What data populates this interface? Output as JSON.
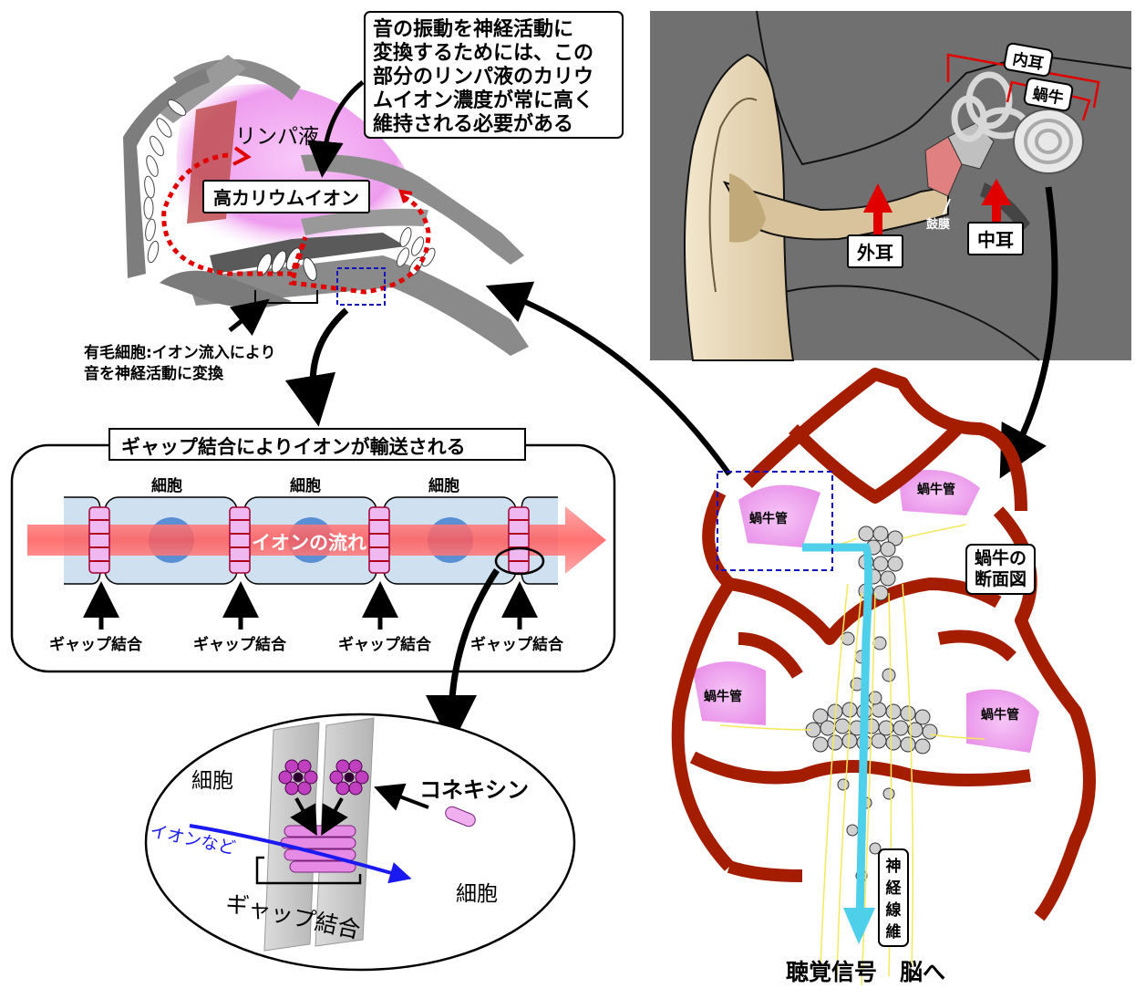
{
  "callout_text": "音の振動を神経活動に変換するためには、この部分のリンパ液のカリウムイオン濃度が常に高く維持される必要がある",
  "callout_lines": [
    "音の振動を神経活動に",
    "変換するためには、この",
    "部分のリンパ液のカリウ",
    "ムイオン濃度が常に高く",
    "維持される必要がある"
  ],
  "organ": {
    "lymph_label": "リンパ液",
    "high_k_label": "高カリウムイオン",
    "hair_cell_caption": [
      "有毛細胞:イオン流入により",
      "音を神経活動に変換"
    ]
  },
  "ear": {
    "inner_ear": "内耳",
    "cochlea": "蝸牛",
    "eardrum": "鼓膜",
    "outer_ear": "外耳",
    "middle_ear": "中耳"
  },
  "gap_panel": {
    "title": "ギャップ結合によりイオンが輸送される",
    "cell_labels": [
      "細胞",
      "細胞",
      "細胞"
    ],
    "flow_label": "イオンの流れ",
    "junction_labels": [
      "ギャップ結合",
      "ギャップ結合",
      "ギャップ結合",
      "ギャップ結合"
    ]
  },
  "connexin_detail": {
    "cell_left": "細胞",
    "cell_right": "細胞",
    "connexin": "コネキシン",
    "ions": "イオンなど",
    "gap_junction": "ギャップ結合"
  },
  "cochlea_section": {
    "duct_labels": [
      "蝸牛管",
      "蝸牛管",
      "蝸牛管",
      "蝸牛管"
    ],
    "section_label": [
      "蝸牛の",
      "断面図"
    ],
    "nerve_fibers": "神経線維",
    "signal": "聴覚信号　脳へ"
  },
  "colors": {
    "red_dotted": "#e00000",
    "blue_dashed": "#1010c0",
    "flow_arrow": "#ff6f6f",
    "cochlea_red": "#a51d00",
    "ion_blue": "#1a1af0",
    "nerve_cyan": "#4fd0ea",
    "ear_bg": "#707070",
    "cell_fill": "#cfe0f0",
    "nucleus": "#5a8fd4",
    "connexin_pink": "#e58ae5",
    "lymph_pink": "#f3a8f3"
  }
}
